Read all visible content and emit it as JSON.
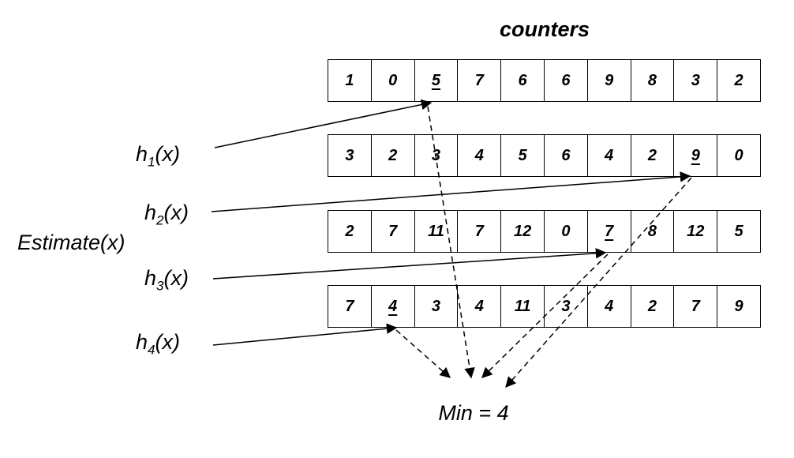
{
  "title": "counters",
  "rows": [
    {
      "cells": [
        "1",
        "0",
        "5",
        "7",
        "6",
        "6",
        "9",
        "8",
        "3",
        "2"
      ],
      "hit": 2
    },
    {
      "cells": [
        "3",
        "2",
        "3",
        "4",
        "5",
        "6",
        "4",
        "2",
        "9",
        "0"
      ],
      "hit": 8
    },
    {
      "cells": [
        "2",
        "7",
        "11",
        "7",
        "12",
        "0",
        "7",
        "8",
        "12",
        "5"
      ],
      "hit": 6
    },
    {
      "cells": [
        "7",
        "4",
        "3",
        "4",
        "11",
        "3",
        "4",
        "2",
        "7",
        "9"
      ],
      "hit": 1
    }
  ],
  "hashes": [
    {
      "name": "h",
      "sub": "1",
      "arg": "(x)"
    },
    {
      "name": "h",
      "sub": "2",
      "arg": "(x)"
    },
    {
      "name": "h",
      "sub": "3",
      "arg": "(x)"
    },
    {
      "name": "h",
      "sub": "4",
      "arg": "(x)"
    }
  ],
  "estimate_label": "Estimate(x)",
  "min_label": "Min = 4"
}
